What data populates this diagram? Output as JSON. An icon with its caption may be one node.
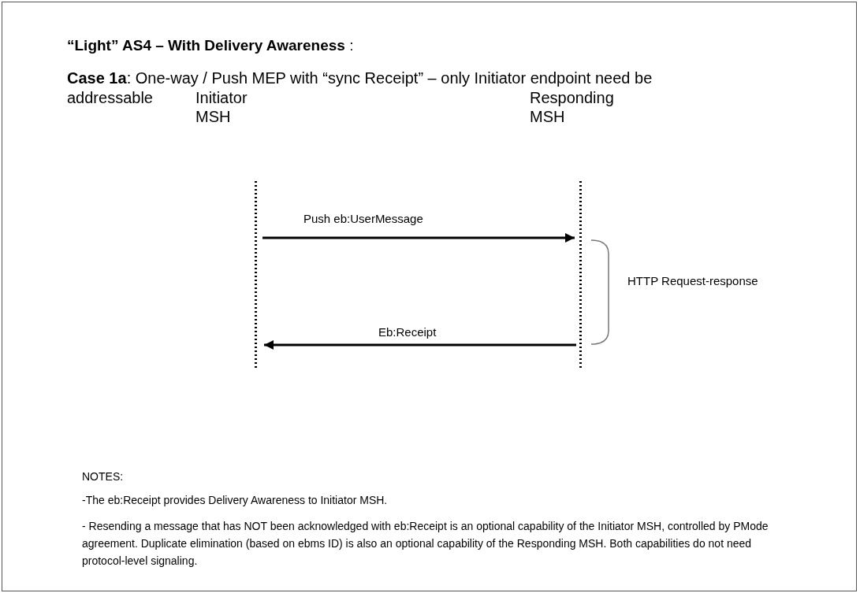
{
  "diagram": {
    "title": "**“Light” AS4 – With Delivery Awareness** :",
    "nodes": [
      {
        "text": [
          "Initiator MSH"
        ]
      },
      {
        "text": [
          "Responding MSH"
        ]
      }
    ],
    "edges": [
      {
        "from": 0,
        "to": 1,
        "arrow": "to",
        "label": "Push eb:UserMessage"
      },
      {
        "from": 1,
        "to": 0,
        "arrow": "to",
        "label": "Eb:Receipt"
      }
    ],
    "labels": [
      "**Case 1a**: One-way / Push MEP with “sync Receipt” – only Initiator endpoint need be addressable",
      "HTTP Request-response",
      "NOTES:",
      "-The eb:Receipt provides Delivery Awareness to Initiator MSH.",
      "- Resending a message that has NOT been acknowledged with eb:Receipt is an optional capability of the Initiator MSH, controlled by PMode agreement. Duplicate elimination (based on ebms ID) is also an optional capability of the Responding MSH. Both capabilities do not need protocol-level signaling."
    ]
  }
}
